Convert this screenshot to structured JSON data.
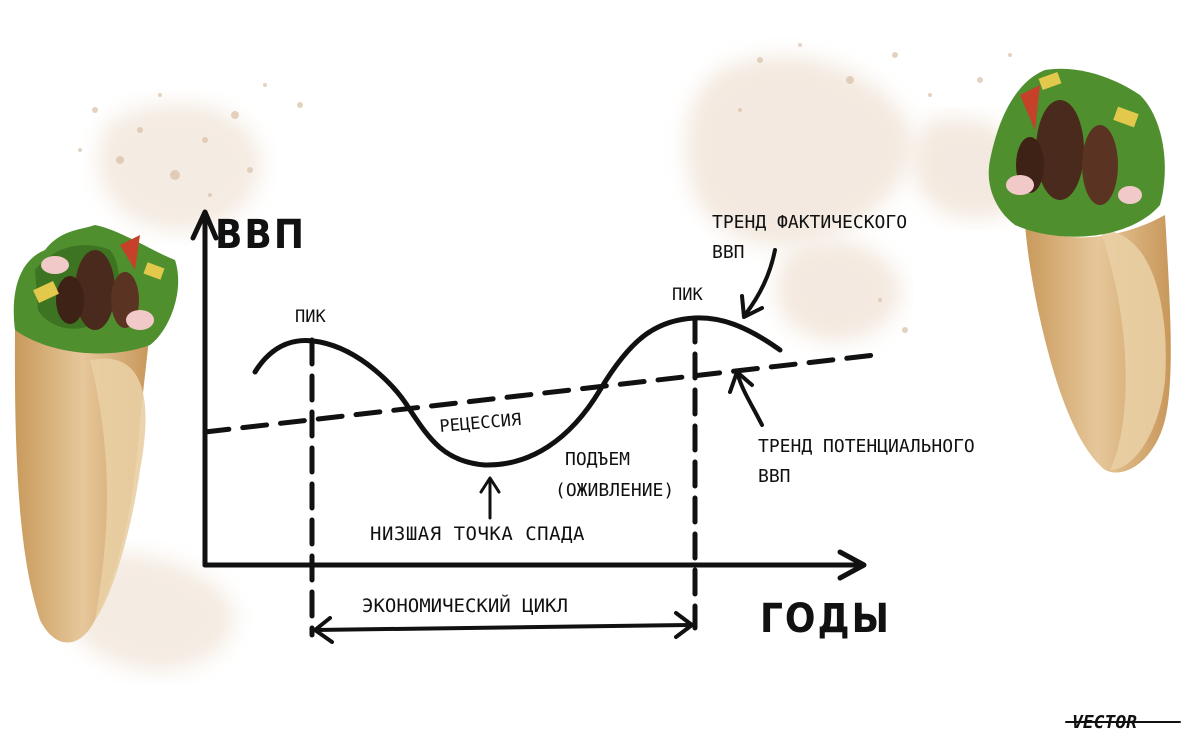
{
  "diagram": {
    "y_axis_label": "ВВП",
    "x_axis_label": "ГОДЫ",
    "peak_left_label": "ПИК",
    "peak_right_label": "ПИК",
    "recession_label": "РЕЦЕССИЯ",
    "trough_label": "НИЗШАЯ ТОЧКА СПАДА",
    "recovery_label_line1": "ПОДЪЕМ",
    "recovery_label_line2": "(ОЖИВЛЕНИЕ)",
    "actual_trend_line1": "ТРЕНД ФАКТИЧЕСКОГО",
    "actual_trend_line2": "ВВП",
    "potential_trend_line1": "ТРЕНД ПОТЕНЦИАЛЬНОГО",
    "potential_trend_line2": "ВВП",
    "cycle_label": "ЭКОНОМИЧЕСКИЙ ЦИКЛ"
  },
  "watermark": "VECTOR",
  "colors": {
    "ink": "#111111",
    "splash": "#e8d6c4",
    "tortilla": "#d9b57e",
    "tortilla_dark": "#b8894c",
    "lettuce": "#4f8f2e",
    "meat": "#4a2a1c",
    "tomato": "#c6412a"
  }
}
